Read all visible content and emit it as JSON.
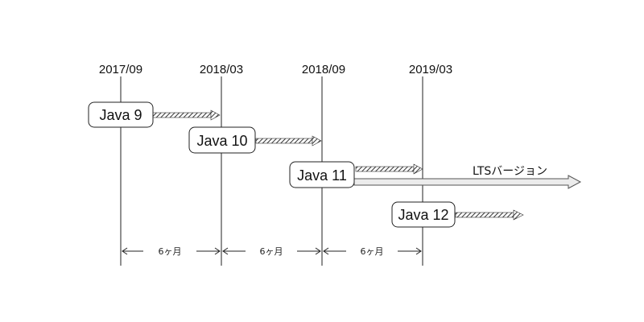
{
  "timeline": {
    "dates": [
      "2017/09",
      "2018/03",
      "2018/09",
      "2019/03"
    ],
    "interval_label": "6ヶ月"
  },
  "versions": [
    {
      "name": "Java 9"
    },
    {
      "name": "Java 10"
    },
    {
      "name": "Java 11",
      "lts_label": "LTSバージョン"
    },
    {
      "name": "Java 12"
    }
  ]
}
